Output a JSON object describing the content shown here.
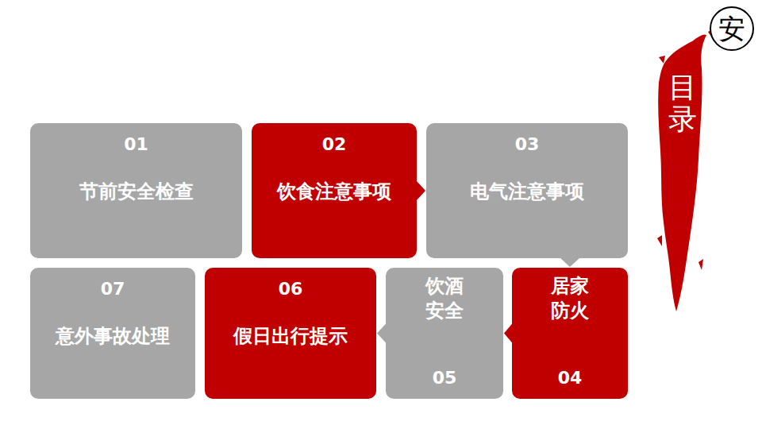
{
  "diagram": {
    "title": "目录",
    "nodes": [
      {
        "text": [
          "01",
          "节前安全检查"
        ]
      },
      {
        "text": [
          "02",
          "饮食注意事项"
        ]
      },
      {
        "text": [
          "03",
          "电气注意事项"
        ]
      },
      {
        "text": [
          "居家 防火",
          "04"
        ]
      },
      {
        "text": [
          "饮酒 安全",
          "05"
        ]
      },
      {
        "text": [
          "06",
          "假日出行提示"
        ]
      },
      {
        "text": [
          "07",
          "意外事故处理"
        ]
      }
    ],
    "edges": [
      {
        "from": 1,
        "to": 2,
        "arrow": "to"
      },
      {
        "from": 2,
        "to": 3,
        "arrow": "to"
      },
      {
        "from": 3,
        "to": 4,
        "arrow": "to"
      },
      {
        "from": 4,
        "to": 5,
        "arrow": "to"
      }
    ],
    "labels": [
      "安"
    ]
  }
}
